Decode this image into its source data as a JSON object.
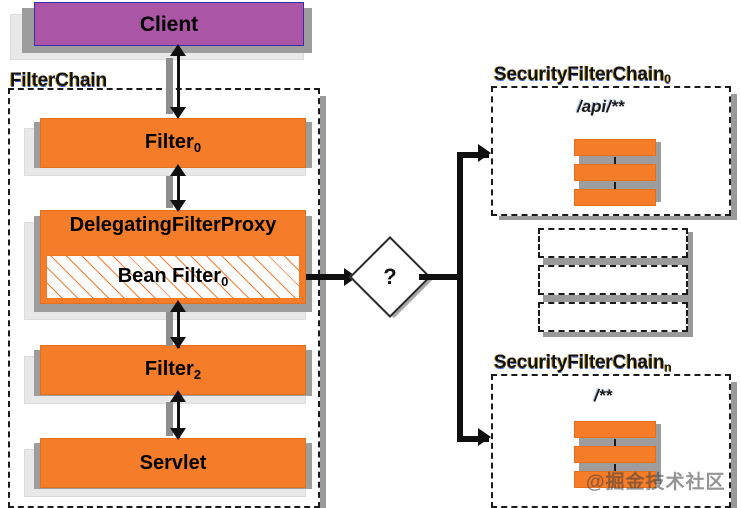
{
  "diagram": {
    "title": "Spring Security FilterChain / SecurityFilterChain architecture",
    "colors": {
      "filter_orange": "#f57c28",
      "client_purple": "#aa55a5",
      "client_border": "#3b2fa8",
      "shadow_dark": "#9d9d9d",
      "shadow_light": "#e8e8e8",
      "line_black": "#101010",
      "group_border": "#1b1b1b"
    }
  },
  "client": {
    "label": "Client"
  },
  "filter_chain": {
    "group_label": "FilterChain",
    "nodes": [
      {
        "label": "Filter",
        "sub": "0"
      },
      {
        "label": "DelegatingFilterProxy",
        "sub": ""
      },
      {
        "label": "Bean Filter",
        "sub": "0"
      },
      {
        "label": "Filter",
        "sub": "2"
      },
      {
        "label": "Servlet",
        "sub": ""
      }
    ]
  },
  "decision": {
    "label": "?"
  },
  "security_chains": [
    {
      "group_label": "SecurityFilterChain",
      "group_sub": "0",
      "pattern": "/api/**",
      "filter_count": 3
    },
    {
      "group_label": "SecurityFilterChain",
      "group_sub": "n",
      "pattern": "/**",
      "filter_count": 3
    }
  ],
  "placeholder": {
    "slot_count": 3
  },
  "watermark": {
    "text": "@掘金技术社区"
  }
}
